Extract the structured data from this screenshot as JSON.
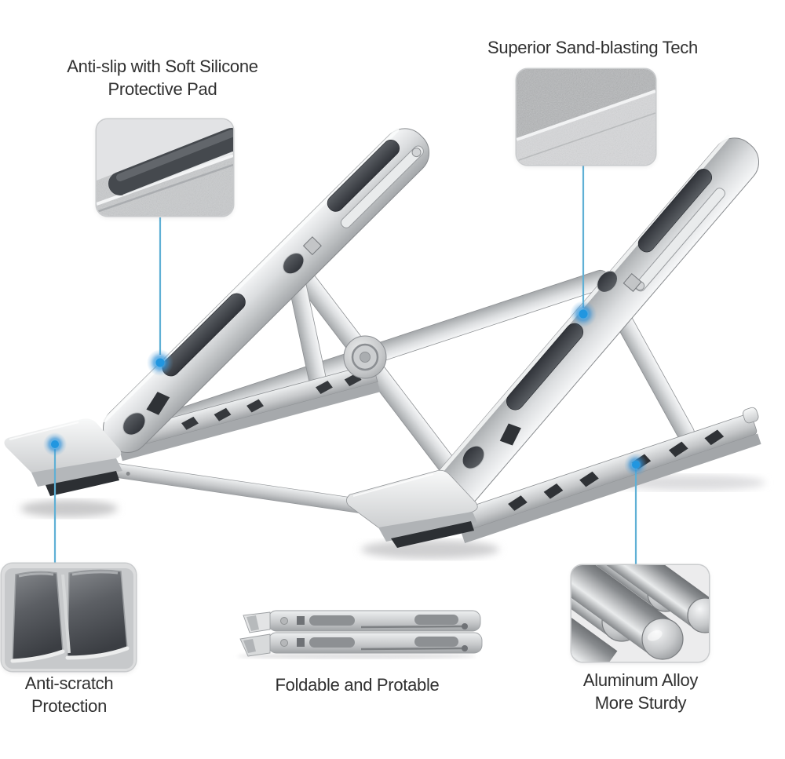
{
  "callouts": {
    "silicone_pad": {
      "label_line1": "Anti-slip with Soft Silicone",
      "label_line2": "Protective Pad",
      "alt": "close-up of dark soft silicone pad strip on aluminum arm"
    },
    "sandblasting": {
      "label_line1": "Superior Sand-blasting Tech",
      "alt": "close-up of sand-blasted aluminum surface texture"
    },
    "anti_scratch": {
      "label_line1": "Anti-scratch",
      "label_line2": "Protection",
      "alt": "close-up of rubber padded front hooks"
    },
    "foldable": {
      "label_line1": "Foldable and Protable",
      "alt": "laptop stand folded flat"
    },
    "aluminum": {
      "label_line1": "Aluminum Alloy",
      "label_line2": "More Sturdy",
      "alt": "bundle of round aluminum alloy rods"
    }
  },
  "colors": {
    "background": "#ffffff",
    "text": "#303030",
    "callout_line": "#5fb0d5",
    "callout_dot": "#2196e0",
    "metal_light": "#f2f3f4",
    "metal_mid": "#c6c8ca",
    "metal_dark": "#9a9da0",
    "metal_edge": "#85888b",
    "pad_dark": "#3d4045"
  }
}
